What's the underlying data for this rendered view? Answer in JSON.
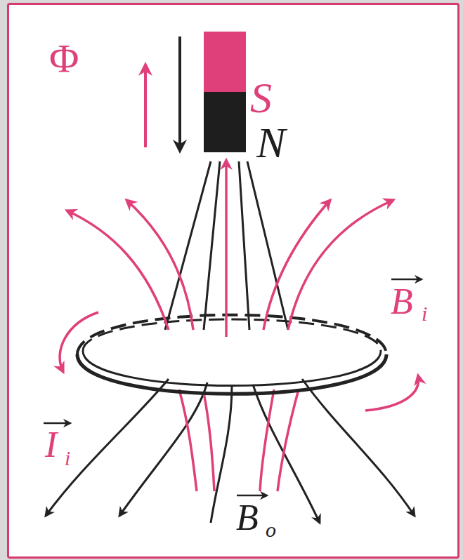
{
  "diagram": {
    "labels": [
      "Φ",
      "S",
      "N",
      "B",
      "i",
      "I",
      "i",
      "B",
      "o"
    ]
  }
}
